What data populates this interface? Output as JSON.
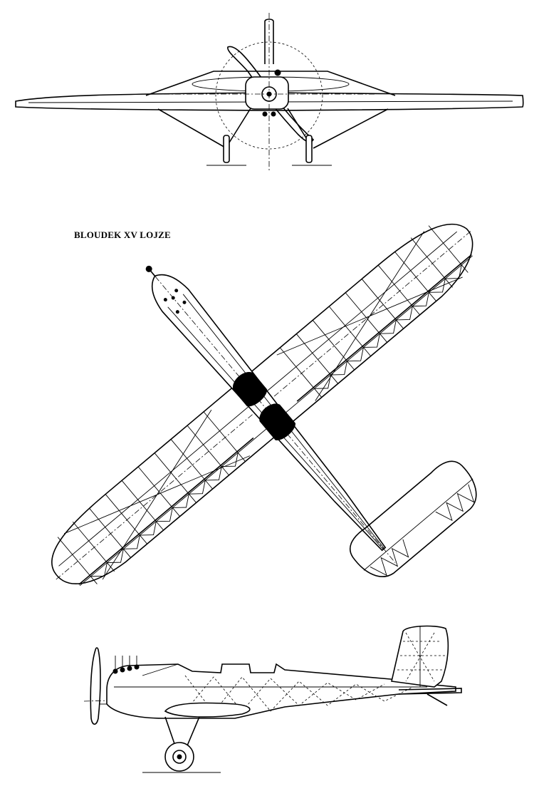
{
  "drawing": {
    "title": "BLOUDEK XV LOJZE",
    "views": [
      {
        "name": "front-view",
        "label": ""
      },
      {
        "name": "top-view",
        "label": ""
      },
      {
        "name": "side-view",
        "label": ""
      }
    ],
    "line_color": "#000000",
    "background": "#ffffff"
  }
}
